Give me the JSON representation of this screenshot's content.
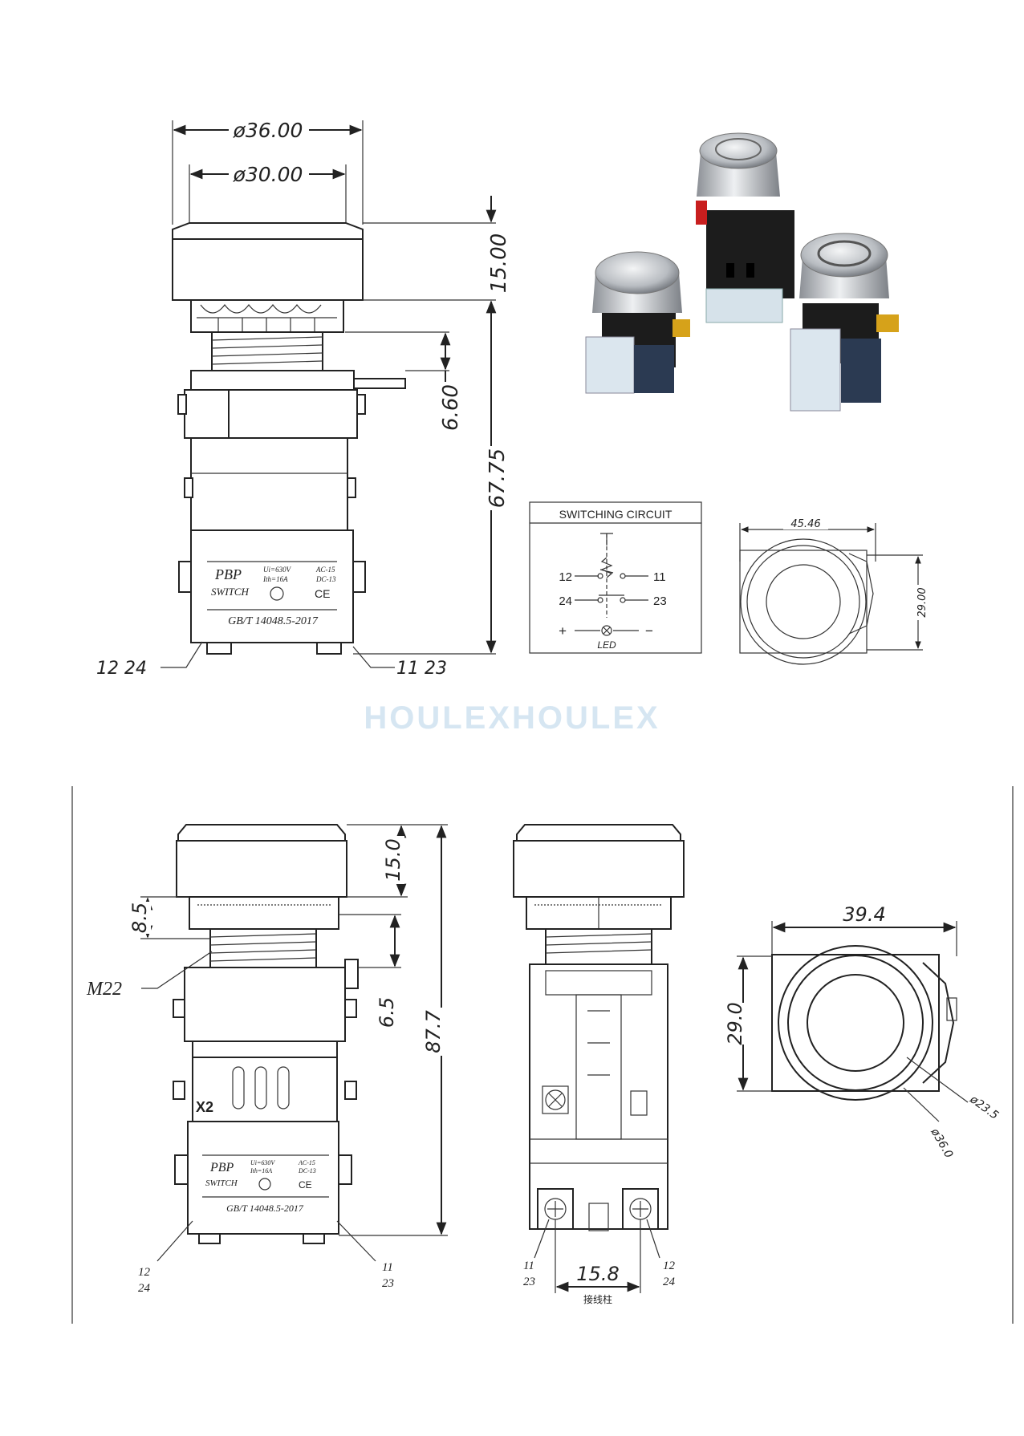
{
  "top_drawing": {
    "dims": {
      "d_outer": "ø36.00",
      "d_inner": "ø30.00",
      "head_h": "15.00",
      "panel": "6.60",
      "total": "67.75"
    },
    "label_plate": {
      "brand": "PBP",
      "switch": "SWITCH",
      "ui": "Ui=630V",
      "ith": "Ith=16A",
      "ac": "AC-15",
      "dc": "DC-13",
      "ce": "CE",
      "std": "GB/T 14048.5-2017"
    },
    "terminal_left": "12  24",
    "terminal_right": "11  23"
  },
  "circuit": {
    "title": "SWITCHING CIRCUIT",
    "t12": "12",
    "t11": "11",
    "t24": "24",
    "t23": "23",
    "plus": "+",
    "minus": "−",
    "led": "LED"
  },
  "top_view_small": {
    "width": "45.46",
    "height": "29.00"
  },
  "watermark": "HOULEXHOULEX",
  "side_drawing": {
    "head_h": "15.0",
    "nut": "8.5",
    "thread": "M22",
    "panel": "6.5",
    "total": "87.7",
    "x2": "X2",
    "label_plate": {
      "brand": "PBP",
      "switch": "SWITCH",
      "ui": "Ui=630V",
      "ith": "Ith=16A",
      "ac": "AC-15",
      "dc": "DC-13",
      "ce": "CE",
      "std": "GB/T 14048.5-2017"
    },
    "t_left_a": "12",
    "t_left_b": "24",
    "t_right_a": "11",
    "t_right_b": "23"
  },
  "front_drawing": {
    "t_left_a": "11",
    "t_left_b": "23",
    "t_right_a": "12",
    "t_right_b": "24",
    "pitch": "15.8",
    "note": "接线柱"
  },
  "top_view_large": {
    "width": "39.4",
    "height": "29.0",
    "d_small": "ø23.5",
    "d_large": "ø36.0"
  },
  "colors": {
    "line": "#222222",
    "watermark": "#d6e6f2",
    "black_body": "#1c1c1c",
    "steel": "#c9ccd0"
  }
}
